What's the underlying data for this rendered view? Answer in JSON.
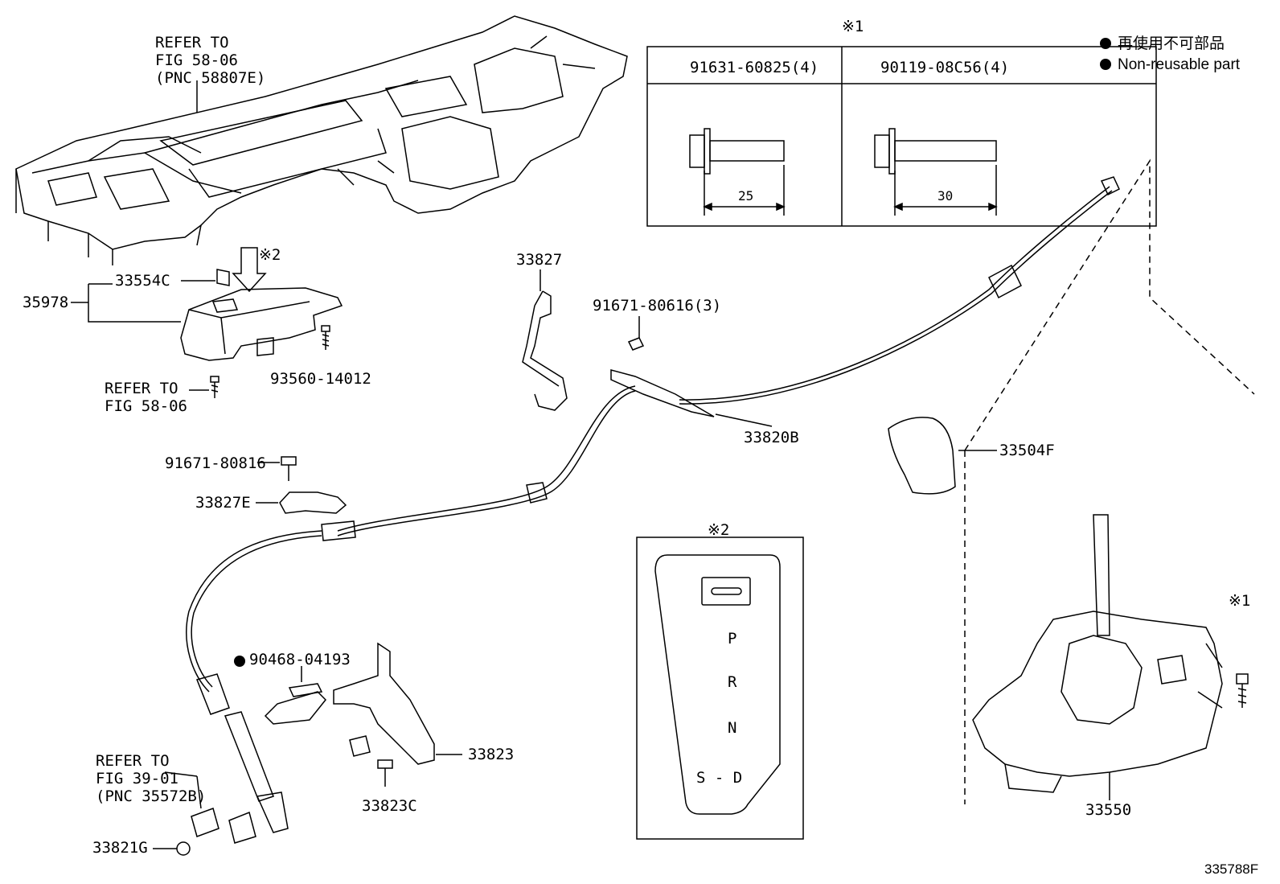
{
  "note_symbol_1": "※1",
  "note_symbol_2": "※2",
  "legend": {
    "line1": "再使用不可部品",
    "line2": "Non-reusable part"
  },
  "bolt_table": {
    "col1_header": "91631-60825(4)",
    "col2_header": "90119-08C56(4)",
    "col1_dim": "25",
    "col2_dim": "30"
  },
  "refs": {
    "refer_top": [
      "REFER TO",
      "FIG 58-06",
      "(PNC 58807E)"
    ],
    "refer_mid": [
      "REFER TO",
      "FIG 58-06"
    ],
    "refer_bottom": [
      "REFER TO",
      "FIG 39-01",
      "(PNC 35572B)"
    ]
  },
  "parts": {
    "p33554C": "33554C",
    "p35978": "35978",
    "p93560": "93560-14012",
    "p33827": "33827",
    "p91671_80616": "91671-80616(3)",
    "p33820B": "33820B",
    "p91671_80816": "91671-80816",
    "p33827E": "33827E",
    "p90468": "90468-04193",
    "p33823": "33823",
    "p33823C": "33823C",
    "p33821G": "33821G",
    "p33504F": "33504F",
    "p33550": "33550"
  },
  "shift_plate": {
    "gear_P": "P",
    "gear_R": "R",
    "gear_N": "N",
    "gear_SD": "S - D"
  },
  "figure_id": "335788F"
}
